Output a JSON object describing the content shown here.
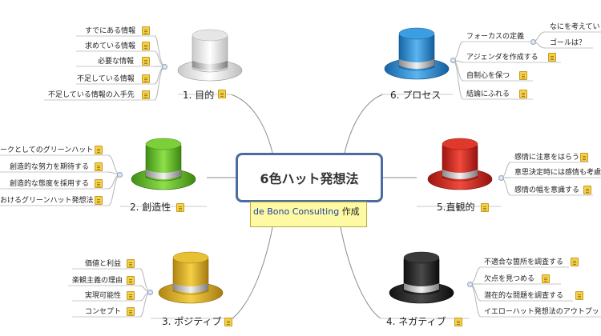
{
  "central": {
    "title": "6色ハット発想法",
    "note_source": "de Bono Consulting",
    "note_suffix": "作成"
  },
  "branches": {
    "white": {
      "label": "1. 目的",
      "color": "#f2f2f2",
      "items": [
        "すでにある情報",
        "求めている情報",
        "必要な情報",
        "不足している情報",
        "不足している情報の入手先"
      ]
    },
    "green": {
      "label": "2. 創造性",
      "color": "#6bbf2a",
      "items": [
        "ークとしてのグリーンハット",
        "創造的な努力を期待する",
        "創造的な態度を採用する",
        "おけるグリーンハット発想法"
      ]
    },
    "yellow": {
      "label": "3. ポジティブ",
      "color": "#e5b51c",
      "items": [
        "価値と利益",
        "楽観主義の理由",
        "実現可能性",
        "コンセプト"
      ]
    },
    "black": {
      "label": "4. ネガティブ",
      "color": "#2b2b2b",
      "items": [
        "不適合な箇所を調査する",
        "欠点を見つめる",
        "潜在的な問題を調査する",
        "イエローハット発想法のアウトプット"
      ]
    },
    "red": {
      "label": "5.直観的",
      "color": "#d9281e",
      "items": [
        "感情に注意をはらう",
        "意思決定時には感情も考慮",
        "感情の幅を意識する"
      ]
    },
    "blue": {
      "label": "6. プロセス",
      "color": "#2f8fd6",
      "items": [
        "フォーカスの定義",
        "アジェンダを作成する",
        "自制心を保つ",
        "結論にふれる"
      ],
      "sub": [
        "なにを考えてい",
        "ゴールは？"
      ]
    }
  }
}
